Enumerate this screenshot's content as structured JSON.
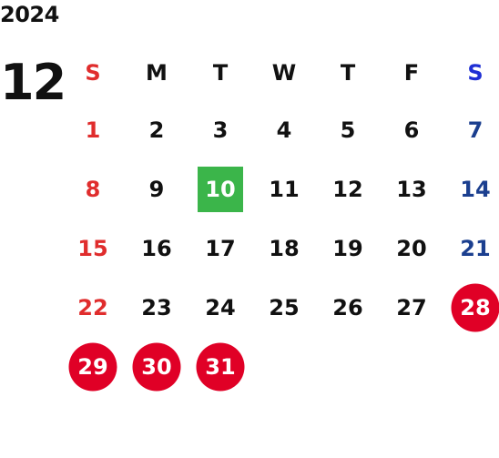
{
  "header": {
    "year": "2024",
    "month": "12"
  },
  "colors": {
    "text": "#111111",
    "sunday": "#e02d2d",
    "saturday_header": "#1f2fd4",
    "saturday": "#1b3f8f",
    "holiday_circle": "#e00026",
    "today_square": "#3bb54a"
  },
  "weekdays": [
    "S",
    "M",
    "T",
    "W",
    "T",
    "F",
    "S"
  ],
  "weeks": [
    [
      {
        "day": "1",
        "type": "sun"
      },
      {
        "day": "2"
      },
      {
        "day": "3"
      },
      {
        "day": "4"
      },
      {
        "day": "5"
      },
      {
        "day": "6"
      },
      {
        "day": "7",
        "type": "sat"
      }
    ],
    [
      {
        "day": "8",
        "type": "sun"
      },
      {
        "day": "9"
      },
      {
        "day": "10",
        "mark": "square"
      },
      {
        "day": "11"
      },
      {
        "day": "12"
      },
      {
        "day": "13"
      },
      {
        "day": "14",
        "type": "sat"
      }
    ],
    [
      {
        "day": "15",
        "type": "sun"
      },
      {
        "day": "16"
      },
      {
        "day": "17"
      },
      {
        "day": "18"
      },
      {
        "day": "19"
      },
      {
        "day": "20"
      },
      {
        "day": "21",
        "type": "sat"
      }
    ],
    [
      {
        "day": "22",
        "type": "sun"
      },
      {
        "day": "23"
      },
      {
        "day": "24"
      },
      {
        "day": "25"
      },
      {
        "day": "26"
      },
      {
        "day": "27"
      },
      {
        "day": "28",
        "type": "sat",
        "mark": "circle"
      }
    ],
    [
      {
        "day": "29",
        "type": "sun",
        "mark": "circle"
      },
      {
        "day": "30",
        "mark": "circle"
      },
      {
        "day": "31",
        "mark": "circle"
      },
      {
        "day": ""
      },
      {
        "day": ""
      },
      {
        "day": ""
      },
      {
        "day": ""
      }
    ]
  ]
}
